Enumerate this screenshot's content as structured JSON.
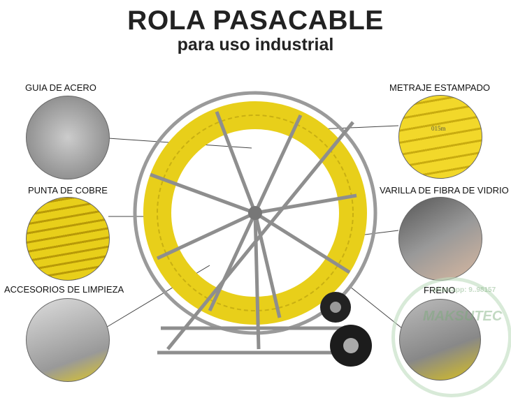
{
  "title": "ROLA PASACABLE",
  "subtitle": "para uso industrial",
  "labels": {
    "guia": "GUIA DE ACERO",
    "punta": "PUNTA DE COBRE",
    "accesorios": "ACCESORIOS DE LIMPIEZA",
    "metraje": "METRAJE ESTAMPADO",
    "varilla": "VARILLA DE FIBRA DE VIDRIO",
    "freno": "FRENO"
  },
  "stamp_text": "015m",
  "watermark": {
    "brand": "MAKSUTEC",
    "contact": "whatsapp: 9..98157"
  },
  "colors": {
    "yellow": "#e8cf1a",
    "steel": "#9a9a9a"
  }
}
